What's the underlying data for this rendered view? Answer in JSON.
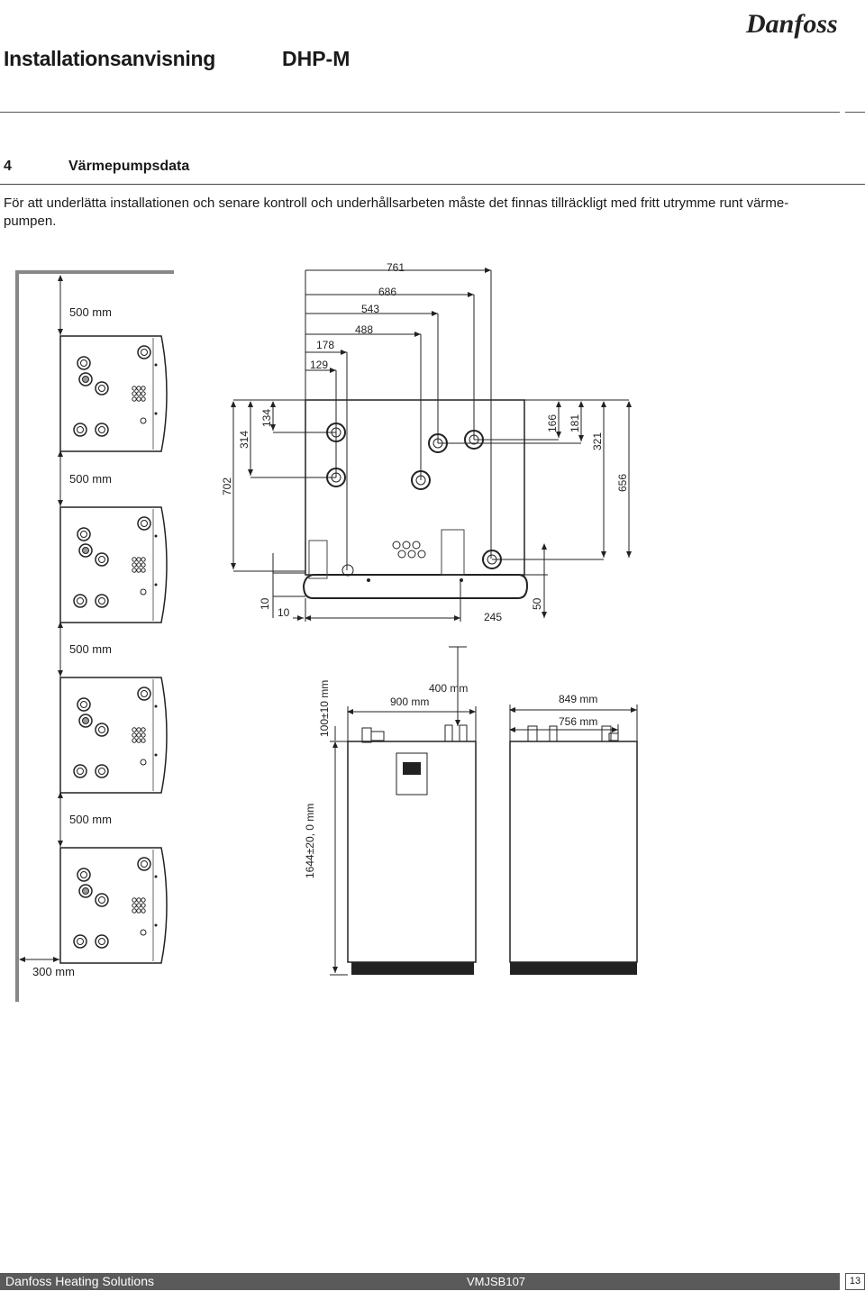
{
  "header": {
    "title": "Installationsanvisning",
    "model": "DHP-M",
    "logo_text": "Danfoss"
  },
  "section": {
    "number": "4",
    "title": "Värmepumpsdata",
    "intro": "För att underlätta installationen och senare kontroll och underhållsarbeten måste det finnas tillräckligt med fritt utrymme runt värme- pumpen."
  },
  "diagram": {
    "clearances": {
      "gap1": "500 mm",
      "gap2": "500 mm",
      "gap3": "500 mm",
      "gap4": "500 mm",
      "side": "300 mm"
    },
    "top_view": {
      "dim_761": "761",
      "dim_686": "686",
      "dim_543": "543",
      "dim_488": "488",
      "dim_178": "178",
      "dim_129": "129",
      "dim_314": "314",
      "dim_134": "134",
      "dim_702": "702",
      "dim_166": "166",
      "dim_181": "181",
      "dim_321": "321",
      "dim_656": "656",
      "dim_10a": "10",
      "dim_10b": "10",
      "dim_245": "245",
      "dim_50": "50"
    },
    "front_view": {
      "dim_height_top": "100±10 mm",
      "dim_height": "1644±20, 0 mm",
      "dim_400": "400 mm",
      "dim_900": "900 mm"
    },
    "side_view": {
      "dim_849": "849 mm",
      "dim_756": "756 mm"
    }
  },
  "footer": {
    "company": "Danfoss Heating Solutions",
    "doc_code": "VMJSB107",
    "page": "13"
  }
}
